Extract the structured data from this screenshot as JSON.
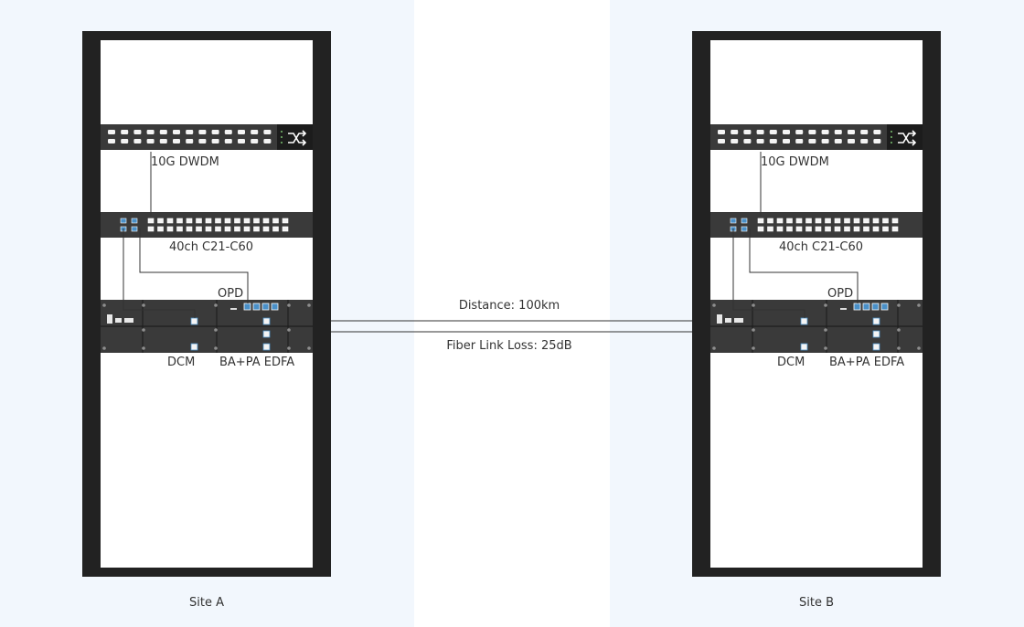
{
  "colors": {
    "page_background": "#ffffff",
    "site_background": "#f2f7fd",
    "rack_frame": "#222222",
    "rack_inner": "#ffffff",
    "equipment_dark": "#3a3a3a",
    "port_light": "#f4f4f4",
    "port_blue": "#4a90c8",
    "fiber_line": "#333333",
    "text": "#333333"
  },
  "icons": {
    "switch_uplink": "shuffle-icon"
  },
  "sites": [
    {
      "name": "Site A",
      "labels": {
        "switch": "10G DWDM",
        "mux": "40ch C21-C60",
        "opd": "OPD",
        "dcm": "DCM",
        "edfa": "BA+PA EDFA"
      }
    },
    {
      "name": "Site B",
      "labels": {
        "switch": "10G DWDM",
        "mux": "40ch C21-C60",
        "opd": "OPD",
        "dcm": "DCM",
        "edfa": "BA+PA EDFA"
      }
    }
  ],
  "link": {
    "distance": "Distance: 100km",
    "loss": "Fiber Link Loss: 25dB"
  }
}
